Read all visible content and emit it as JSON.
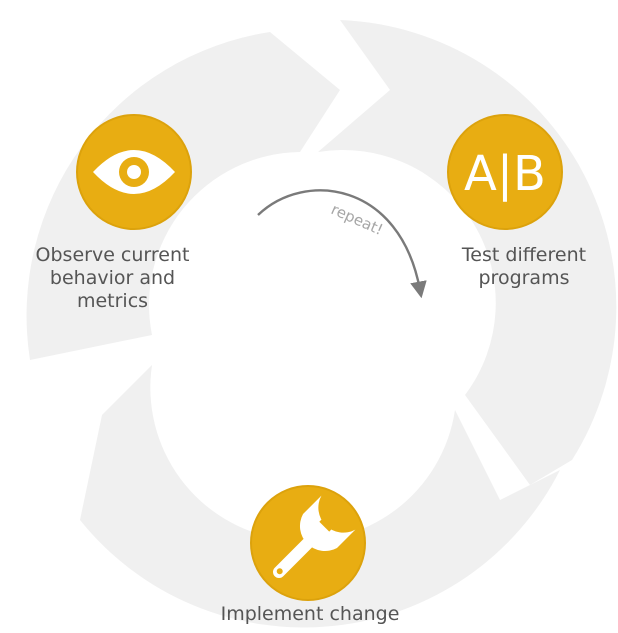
{
  "colors": {
    "ring": "#f0f0f0",
    "badge": "#e8ad12",
    "badge_border": "#dca20c",
    "icon": "#ffffff",
    "text": "#555555",
    "arrow": "#7a7a7a",
    "repeat_text": "#a6a6a6"
  },
  "cycle": {
    "repeat_label": "repeat!",
    "steps": [
      {
        "icon": "eye-icon",
        "lines": [
          "Observe current",
          "behavior and",
          "metrics"
        ]
      },
      {
        "icon": "ab-test-icon",
        "badge_text": "A|B",
        "lines": [
          "Test different",
          "programs"
        ]
      },
      {
        "icon": "wrench-icon",
        "lines": [
          "Implement change"
        ]
      }
    ]
  }
}
